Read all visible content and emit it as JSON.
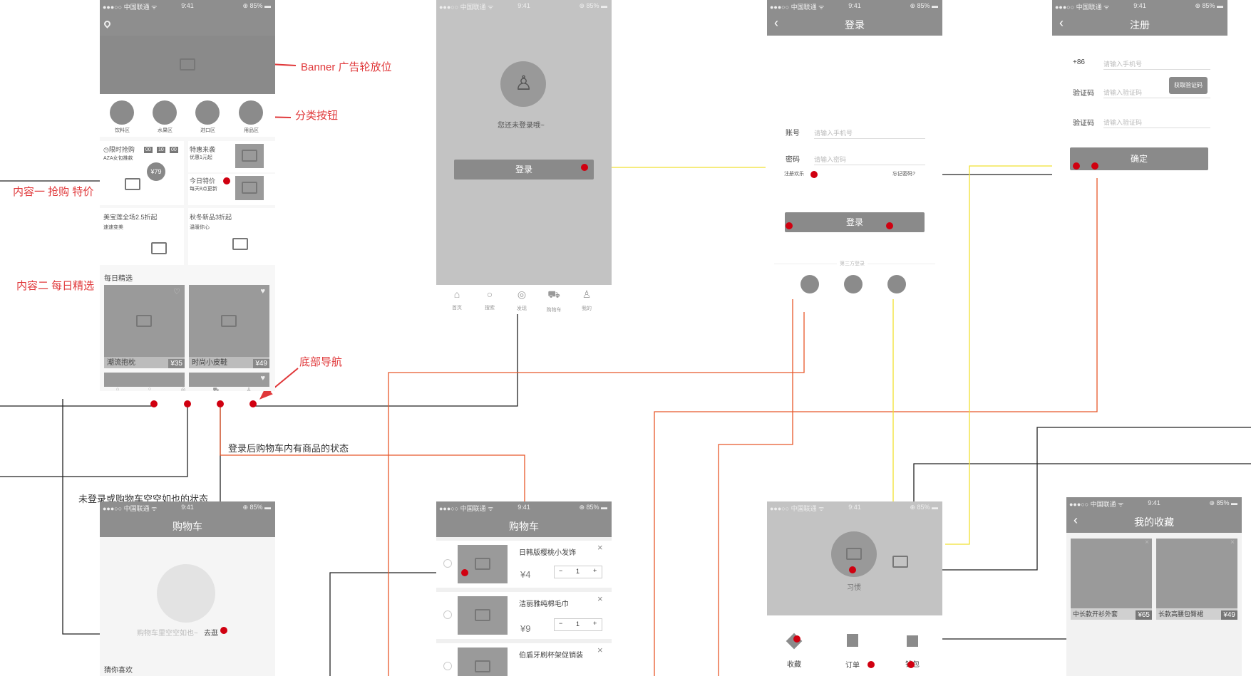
{
  "status": {
    "carrier": "●●●○○ 中国联通 ᯤ",
    "time": "9:41",
    "battery": "⊕ 85% ▬"
  },
  "home": {
    "categories": [
      "饮料区",
      "水果区",
      "进口区",
      "用品区"
    ],
    "flash_title": "◷限时抢购",
    "flash_sub": "AZA女包推款",
    "countdown": [
      "00",
      "10",
      "00"
    ],
    "price_badge": "¥79",
    "special_title": "特惠来袭",
    "special_sub": "优惠1元起",
    "daily_title": "今日特价",
    "daily_sub": "每天8点更新",
    "brand_title": "美宝莲全场2.5折起",
    "brand_sub": "速速变美",
    "season_title": "秋冬新品3折起",
    "season_sub": "温暖你心",
    "section_title": "每日精选",
    "products": [
      {
        "name": "潮流抱枕",
        "price": "¥35"
      },
      {
        "name": "时尚小皮鞋",
        "price": "¥49"
      }
    ],
    "tabs": [
      "首页",
      "搜索",
      "发现",
      "购物车",
      "我的"
    ]
  },
  "annotations": {
    "banner": "Banner 广告轮放位",
    "category": "分类按钮",
    "content1": "内容一 抢购 特价",
    "content2": "内容二 每日精选",
    "tabbar": "底部导航",
    "cart_logged": "登录后购物车内有商品的状态",
    "cart_empty": "未登录或购物车空空如也的状态"
  },
  "profile_logged_out": {
    "message": "您还未登录哦~",
    "login_button": "登录"
  },
  "login": {
    "title": "登录",
    "account_label": "账号",
    "account_placeholder": "请输入手机号",
    "password_label": "密码",
    "password_placeholder": "请输入密码",
    "register": "注册欢乐",
    "forgot": "忘记密码?",
    "button": "登录",
    "third_party": "第三方登录"
  },
  "register": {
    "title": "注册",
    "prefix": "+86",
    "phone_placeholder": "请输入手机号",
    "code_label": "验证码",
    "code_placeholder": "请输入验证码",
    "get_code": "获取验证码",
    "code2_label": "验证码",
    "code2_placeholder": "请输入验证码",
    "confirm": "确定"
  },
  "cart_empty": {
    "title": "购物车",
    "empty_text": "购物车里空空如也~",
    "go": "去逛",
    "recommend": "猜你喜欢"
  },
  "cart_items": {
    "title": "购物车",
    "items": [
      {
        "name": "日韩版樱桃小发饰",
        "price": "¥4",
        "qty": "1"
      },
      {
        "name": "洁丽雅纯棉毛巾",
        "price": "¥9",
        "qty": "1"
      },
      {
        "name": "伯盾牙刷杯架促销装",
        "price": "",
        "qty": ""
      }
    ]
  },
  "profile": {
    "name": "习惯",
    "menu": [
      "收藏",
      "订单",
      "钱包"
    ]
  },
  "favorites": {
    "title": "我的收藏",
    "items": [
      {
        "name": "中长款开衫外套",
        "price": "¥65"
      },
      {
        "name": "长款高腰包臀裙",
        "price": "¥49"
      }
    ]
  },
  "colors": {
    "arrow": "#e0383a",
    "dot": "#d00010",
    "line_dark": "#222222",
    "line_orange": "#e8572a",
    "line_yellow": "#f0e030"
  }
}
